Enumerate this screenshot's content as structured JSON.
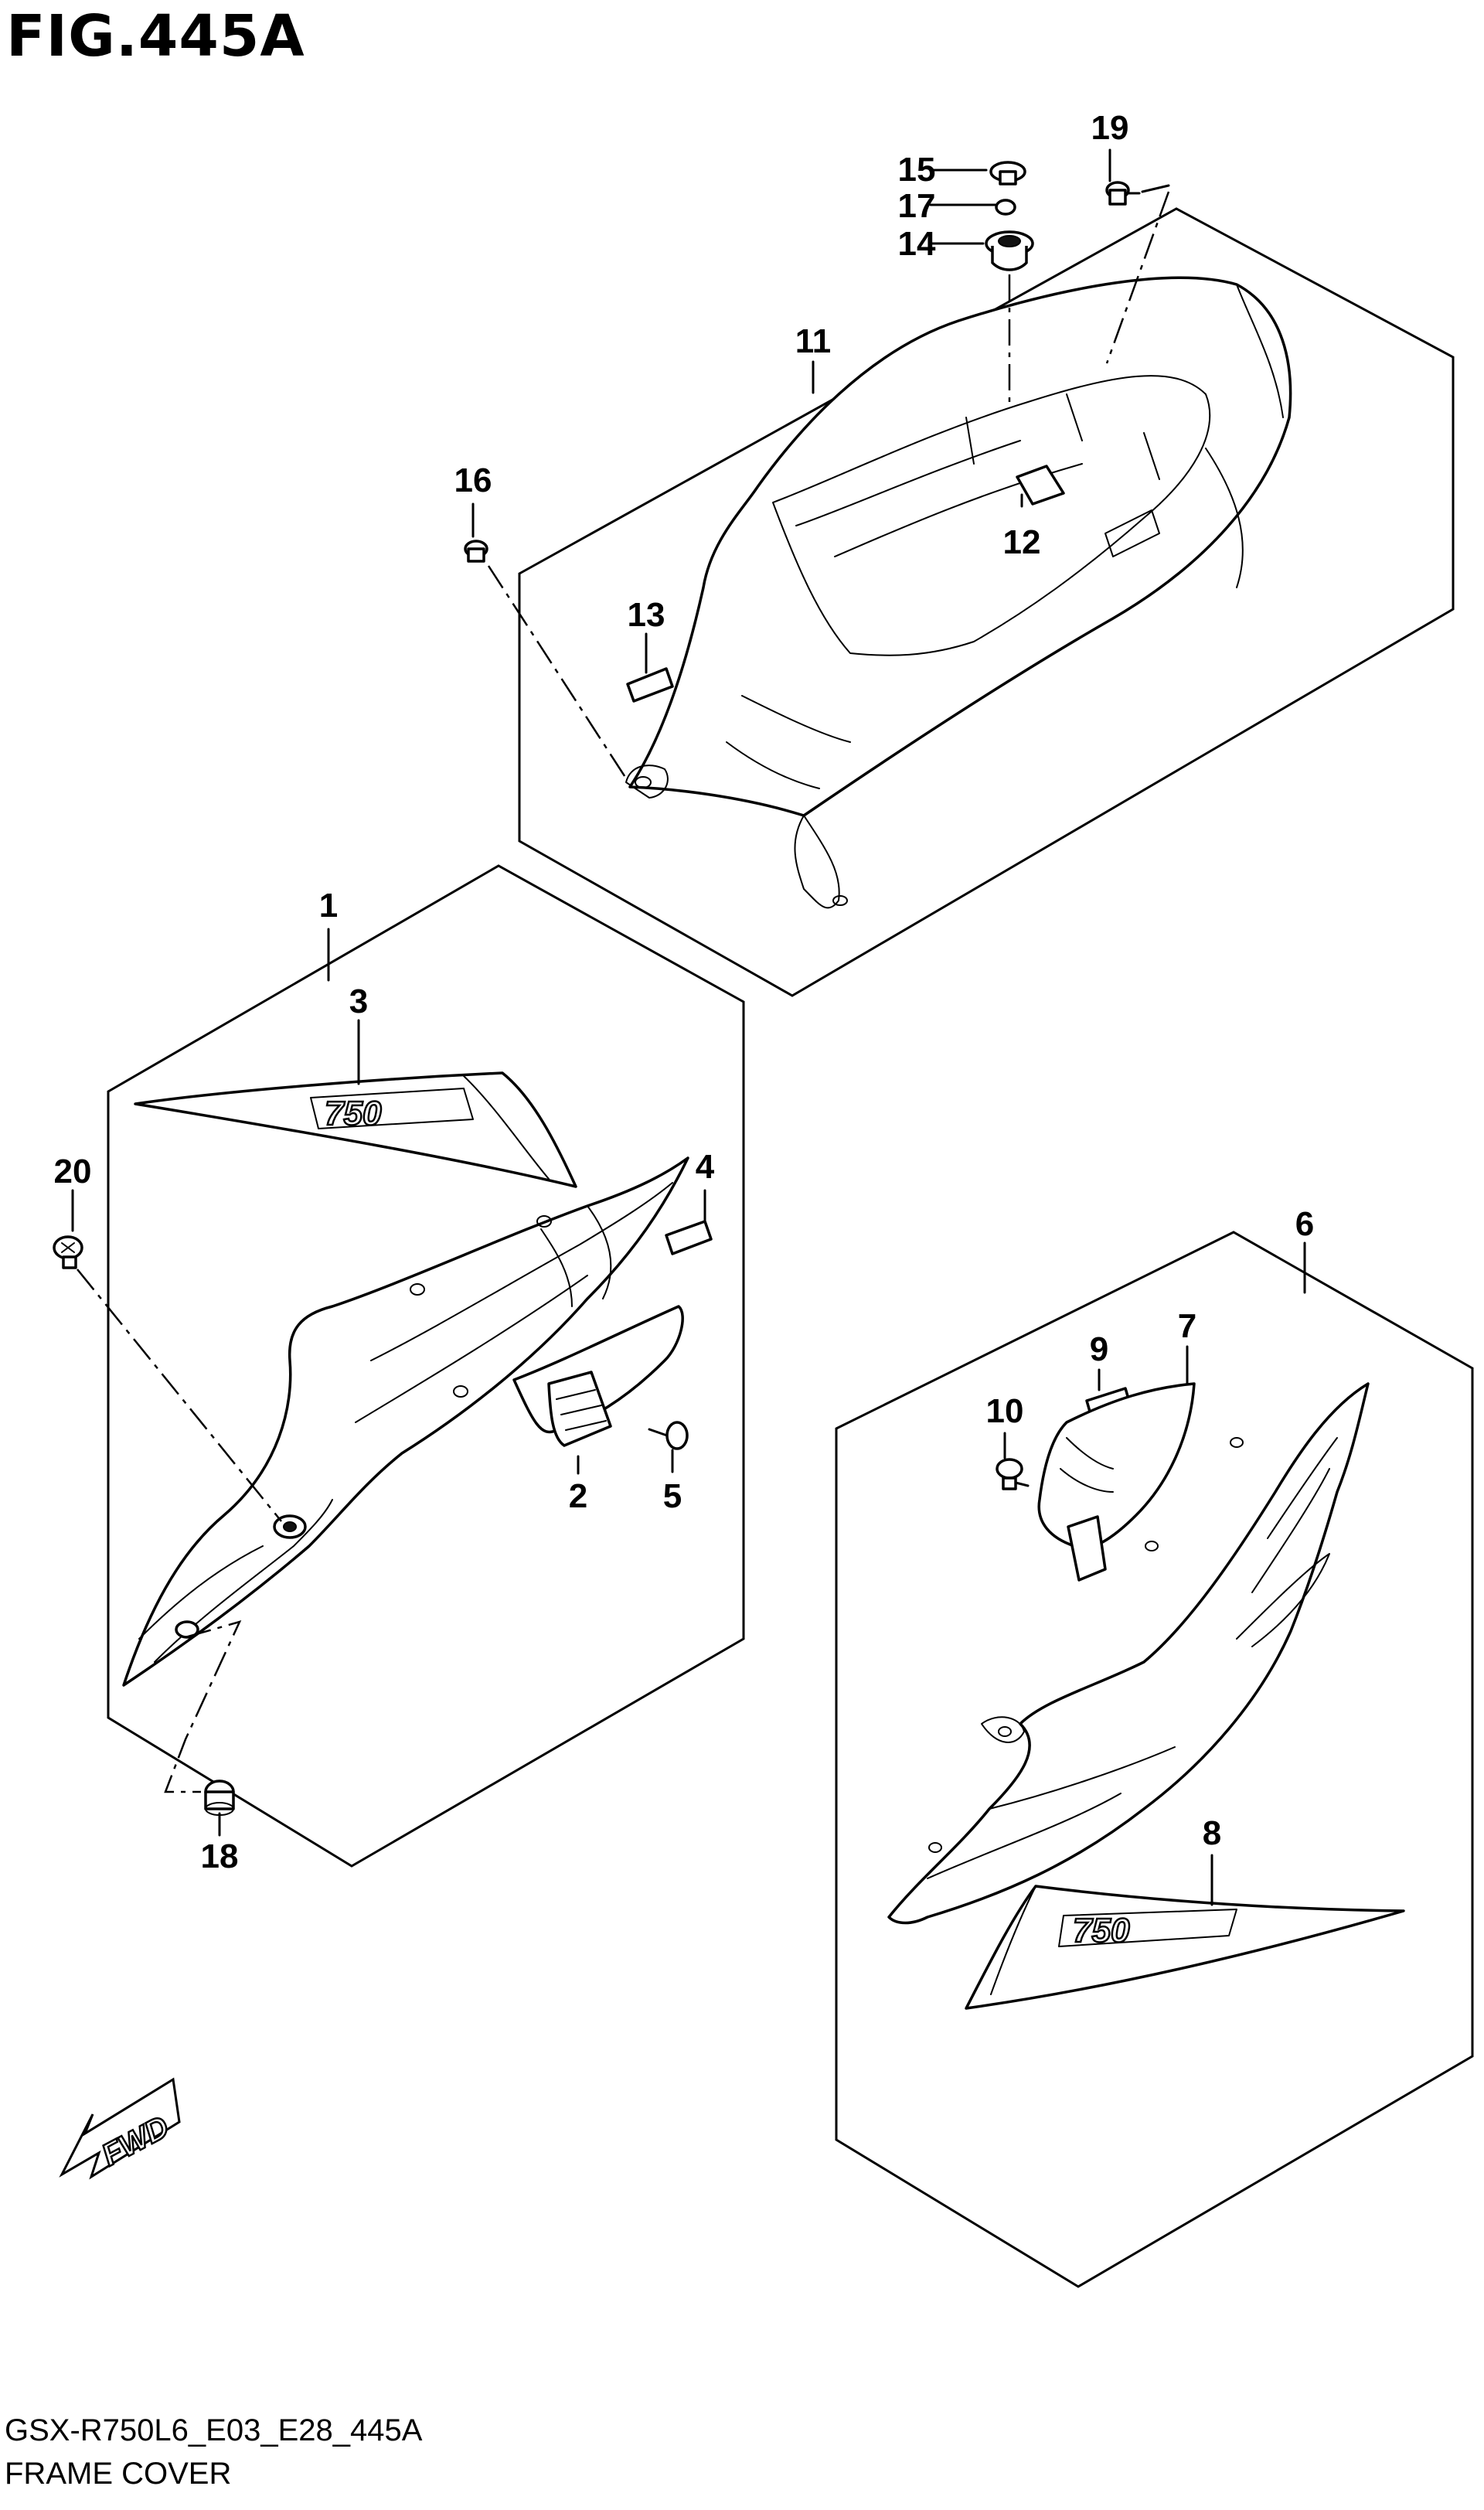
{
  "figure": {
    "title": "FIG.445A",
    "model_code": "GSX-R750L6_E03_E28_445A",
    "name": "FRAME COVER",
    "direction_badge": "FWD",
    "emblem_text": "750"
  },
  "callouts": [
    "1",
    "2",
    "3",
    "4",
    "5",
    "6",
    "7",
    "8",
    "9",
    "10",
    "11",
    "12",
    "13",
    "14",
    "15",
    "16",
    "17",
    "18",
    "19",
    "20"
  ]
}
